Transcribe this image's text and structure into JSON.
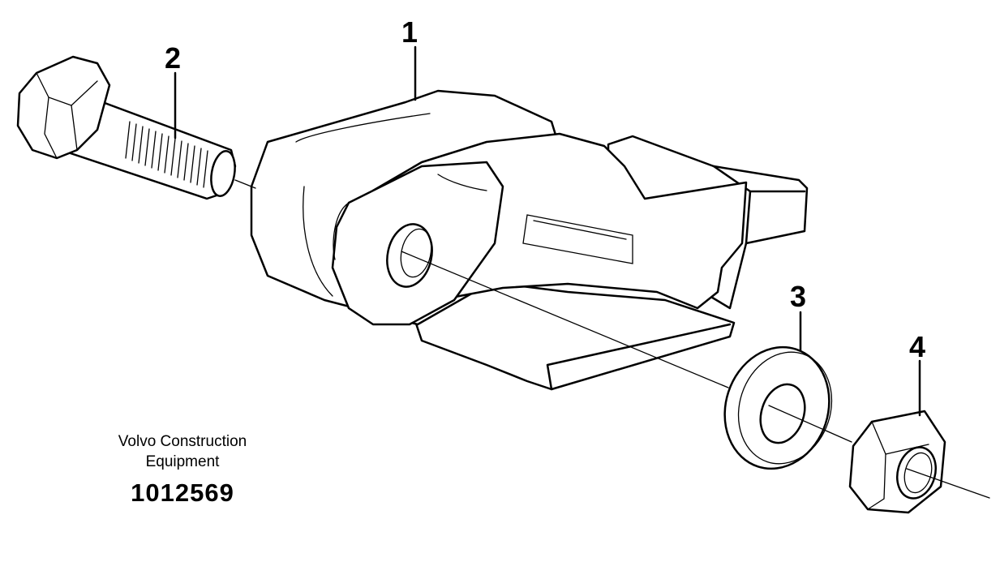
{
  "callouts": [
    {
      "label": "1",
      "part": "tooth"
    },
    {
      "label": "2",
      "part": "bolt"
    },
    {
      "label": "3",
      "part": "washer"
    },
    {
      "label": "4",
      "part": "nut"
    }
  ],
  "caption": {
    "brand_line1": "Volvo Construction",
    "brand_line2": "Equipment",
    "part_number": "1012569"
  },
  "colors": {
    "ink": "#000000",
    "paper": "#ffffff"
  }
}
